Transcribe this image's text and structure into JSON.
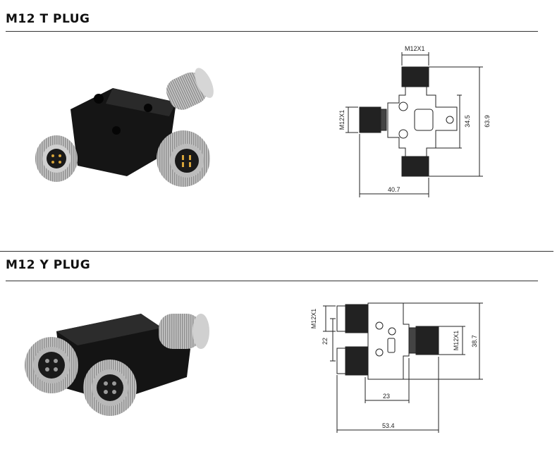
{
  "sections": {
    "t_plug": {
      "title": "M12 T PLUG",
      "dims": {
        "thread_top": "M12X1",
        "thread_left": "M12X1",
        "center": "34.5",
        "height": "63.9",
        "width": "40.7"
      }
    },
    "y_plug": {
      "title": "M12 Y PLUG",
      "dims": {
        "thread_left": "M12X1",
        "pitch": "22",
        "thread_right": "M12X1",
        "height": "38.7",
        "inner": "23",
        "length": "53.4"
      }
    }
  }
}
